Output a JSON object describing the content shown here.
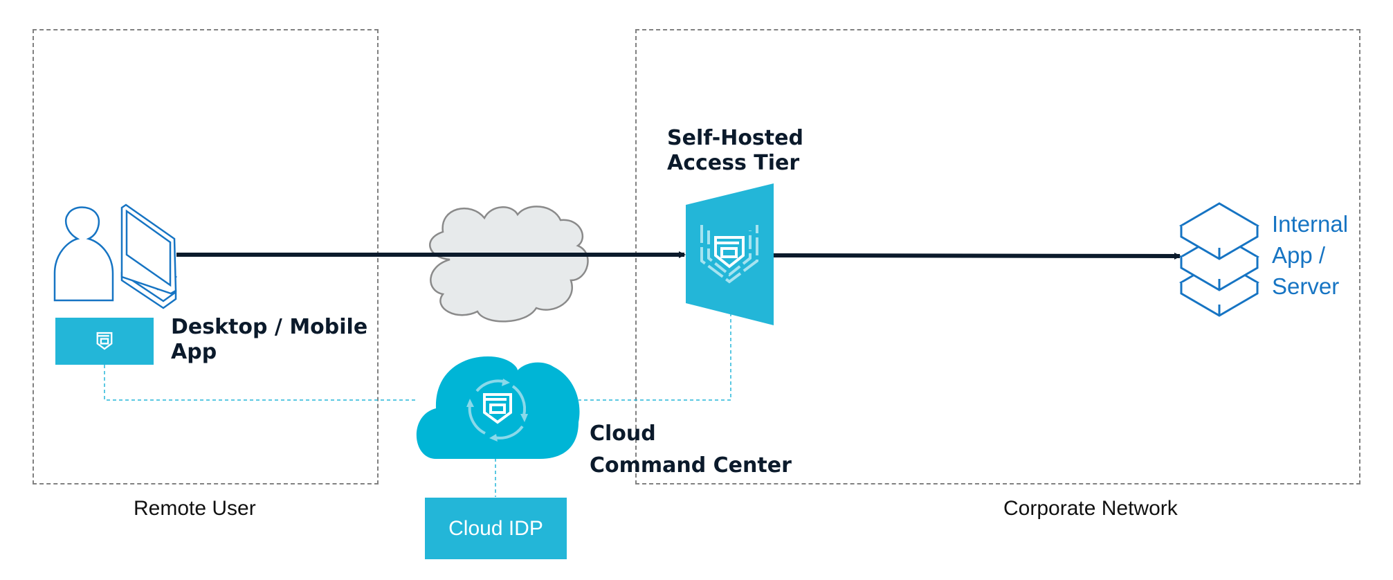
{
  "zones": {
    "remote_user": "Remote User",
    "corporate_network": "Corporate Network"
  },
  "nodes": {
    "desktop_app": {
      "label": "Desktop / Mobile\nApp",
      "icon": "banyan-shield-icon"
    },
    "internet": {
      "icon": "internet-cloud-icon"
    },
    "access_tier": {
      "label": "Self-Hosted\nAccess Tier",
      "icon": "banyan-shield-icon"
    },
    "command_center": {
      "label": "Cloud\nCommand Center",
      "icon": "sync-shield-cloud-icon"
    },
    "cloud_idp": {
      "label": "Cloud IDP"
    },
    "internal_app": {
      "label": "Internal\nApp /\nServer",
      "icon": "server-stack-icon"
    },
    "user": {
      "icon": "user-laptop-icon"
    }
  },
  "colors": {
    "accent": "#23b6d8",
    "cloud_cyan": "#00b5d6",
    "line_blue": "#1674c3",
    "arrow": "#0b1a2b",
    "dashed_zone": "#808080",
    "internet_fill": "#e7eaeb",
    "internet_stroke": "#8a8a8a"
  }
}
